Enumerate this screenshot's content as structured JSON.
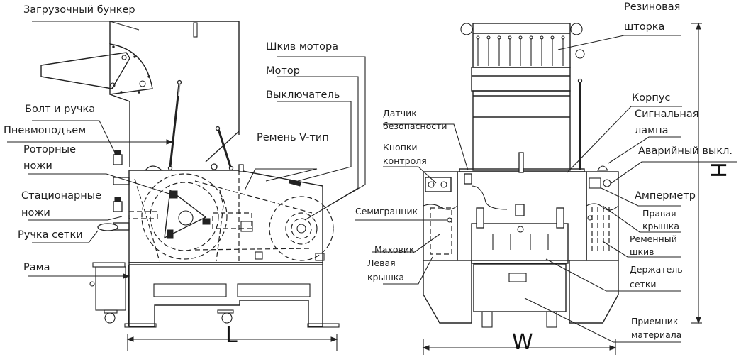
{
  "diagram": {
    "type": "technical-drawing",
    "views": [
      "side-view",
      "front-view"
    ],
    "side_view": {
      "labels": {
        "hopper": "Загрузочный бункер",
        "bolt_handle": "Болт и ручка",
        "pneumatic_lift": "Пневмоподъем",
        "rotor_knives_1": "Роторные",
        "rotor_knives_2": "ножи",
        "stationary_knives_1": "Стационарные",
        "stationary_knives_2": "ножи",
        "screen_handle": "Ручка сетки",
        "frame": "Рама",
        "motor_pulley": "Шкив мотора",
        "motor": "Мотор",
        "switch": "Выключатель",
        "v_belt": "Ремень V-тип"
      },
      "dimension": "L"
    },
    "front_view": {
      "labels": {
        "rubber_curtain_1": "Резиновая",
        "rubber_curtain_2": "шторка",
        "body": "Корпус",
        "signal_lamp_1": "Сигнальная",
        "signal_lamp_2": "лампа",
        "emergency_stop": "Аварийный выкл.",
        "safety_sensor_1": "Датчик",
        "safety_sensor_2": "безопасности",
        "control_buttons_1": "Кнопки",
        "control_buttons_2": "контроля",
        "ammeter": "Амперметр",
        "right_cover_1": "Правая",
        "right_cover_2": "крышка",
        "belt_pulley_1": "Ременный",
        "belt_pulley_2": "шкив",
        "hex_nut": "Семигранник",
        "flywheel": "Маховик",
        "left_cover_1": "Левая",
        "left_cover_2": "крышка",
        "screen_holder_1": "Держатель",
        "screen_holder_2": "сетки",
        "material_receiver_1": "Приемник",
        "material_receiver_2": "материала"
      },
      "dimension_width": "W",
      "dimension_height": "H"
    }
  }
}
